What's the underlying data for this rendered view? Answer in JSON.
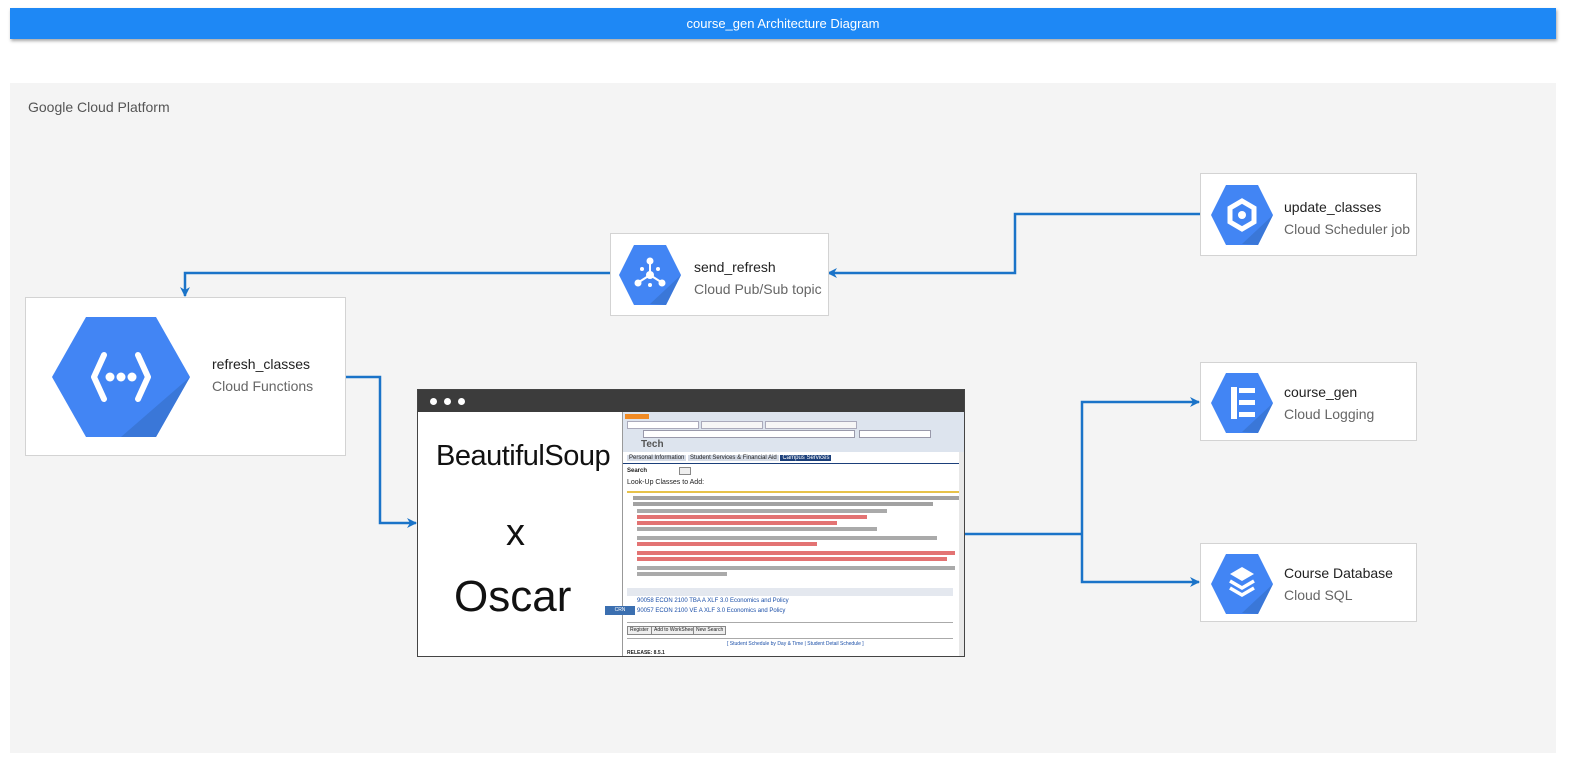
{
  "title": "course_gen Architecture Diagram",
  "platform": "Google Cloud Platform",
  "nodes": {
    "update_classes": {
      "name": "update_classes",
      "kind": "Cloud Scheduler job",
      "icon": "cloud-scheduler-icon"
    },
    "send_refresh": {
      "name": "send_refresh",
      "kind": "Cloud Pub/Sub topic",
      "icon": "pubsub-icon"
    },
    "refresh_classes": {
      "name": "refresh_classes",
      "kind": "Cloud Functions",
      "icon": "cloud-functions-icon"
    },
    "course_gen": {
      "name": "course_gen",
      "kind": "Cloud Logging",
      "icon": "cloud-logging-icon"
    },
    "course_db": {
      "name": "Course Database",
      "kind": "Cloud SQL",
      "icon": "cloud-sql-icon"
    }
  },
  "scraper": {
    "logo_top": "BeautifulSoup",
    "logo_mid": "x",
    "logo_bottom": "Oscar",
    "page_heading": "Look-Up Classes to Add:",
    "page_tabs": [
      "Personal Information",
      "Student Services & Financial Aid",
      "Campus Services"
    ],
    "page_search": "Search",
    "release": "RELEASE: 8.5.1",
    "row1": "90058 ECON 2100 TBA A   XLF 3.0  Economics and Policy",
    "row2": "90057 ECON 2100 VE A   XLF 3.0  Economics and Policy",
    "buttons": [
      "Register",
      "Add to WorkSheet",
      "New Search"
    ],
    "links": "[ Student Schedule by Day & Time | Student Detail Schedule ]",
    "crn_tag": "CRN"
  },
  "colors": {
    "accent": "#1e88f5",
    "icon_blue": "#4285f4",
    "wire": "#1a73c8",
    "panel": "#f4f4f4"
  }
}
